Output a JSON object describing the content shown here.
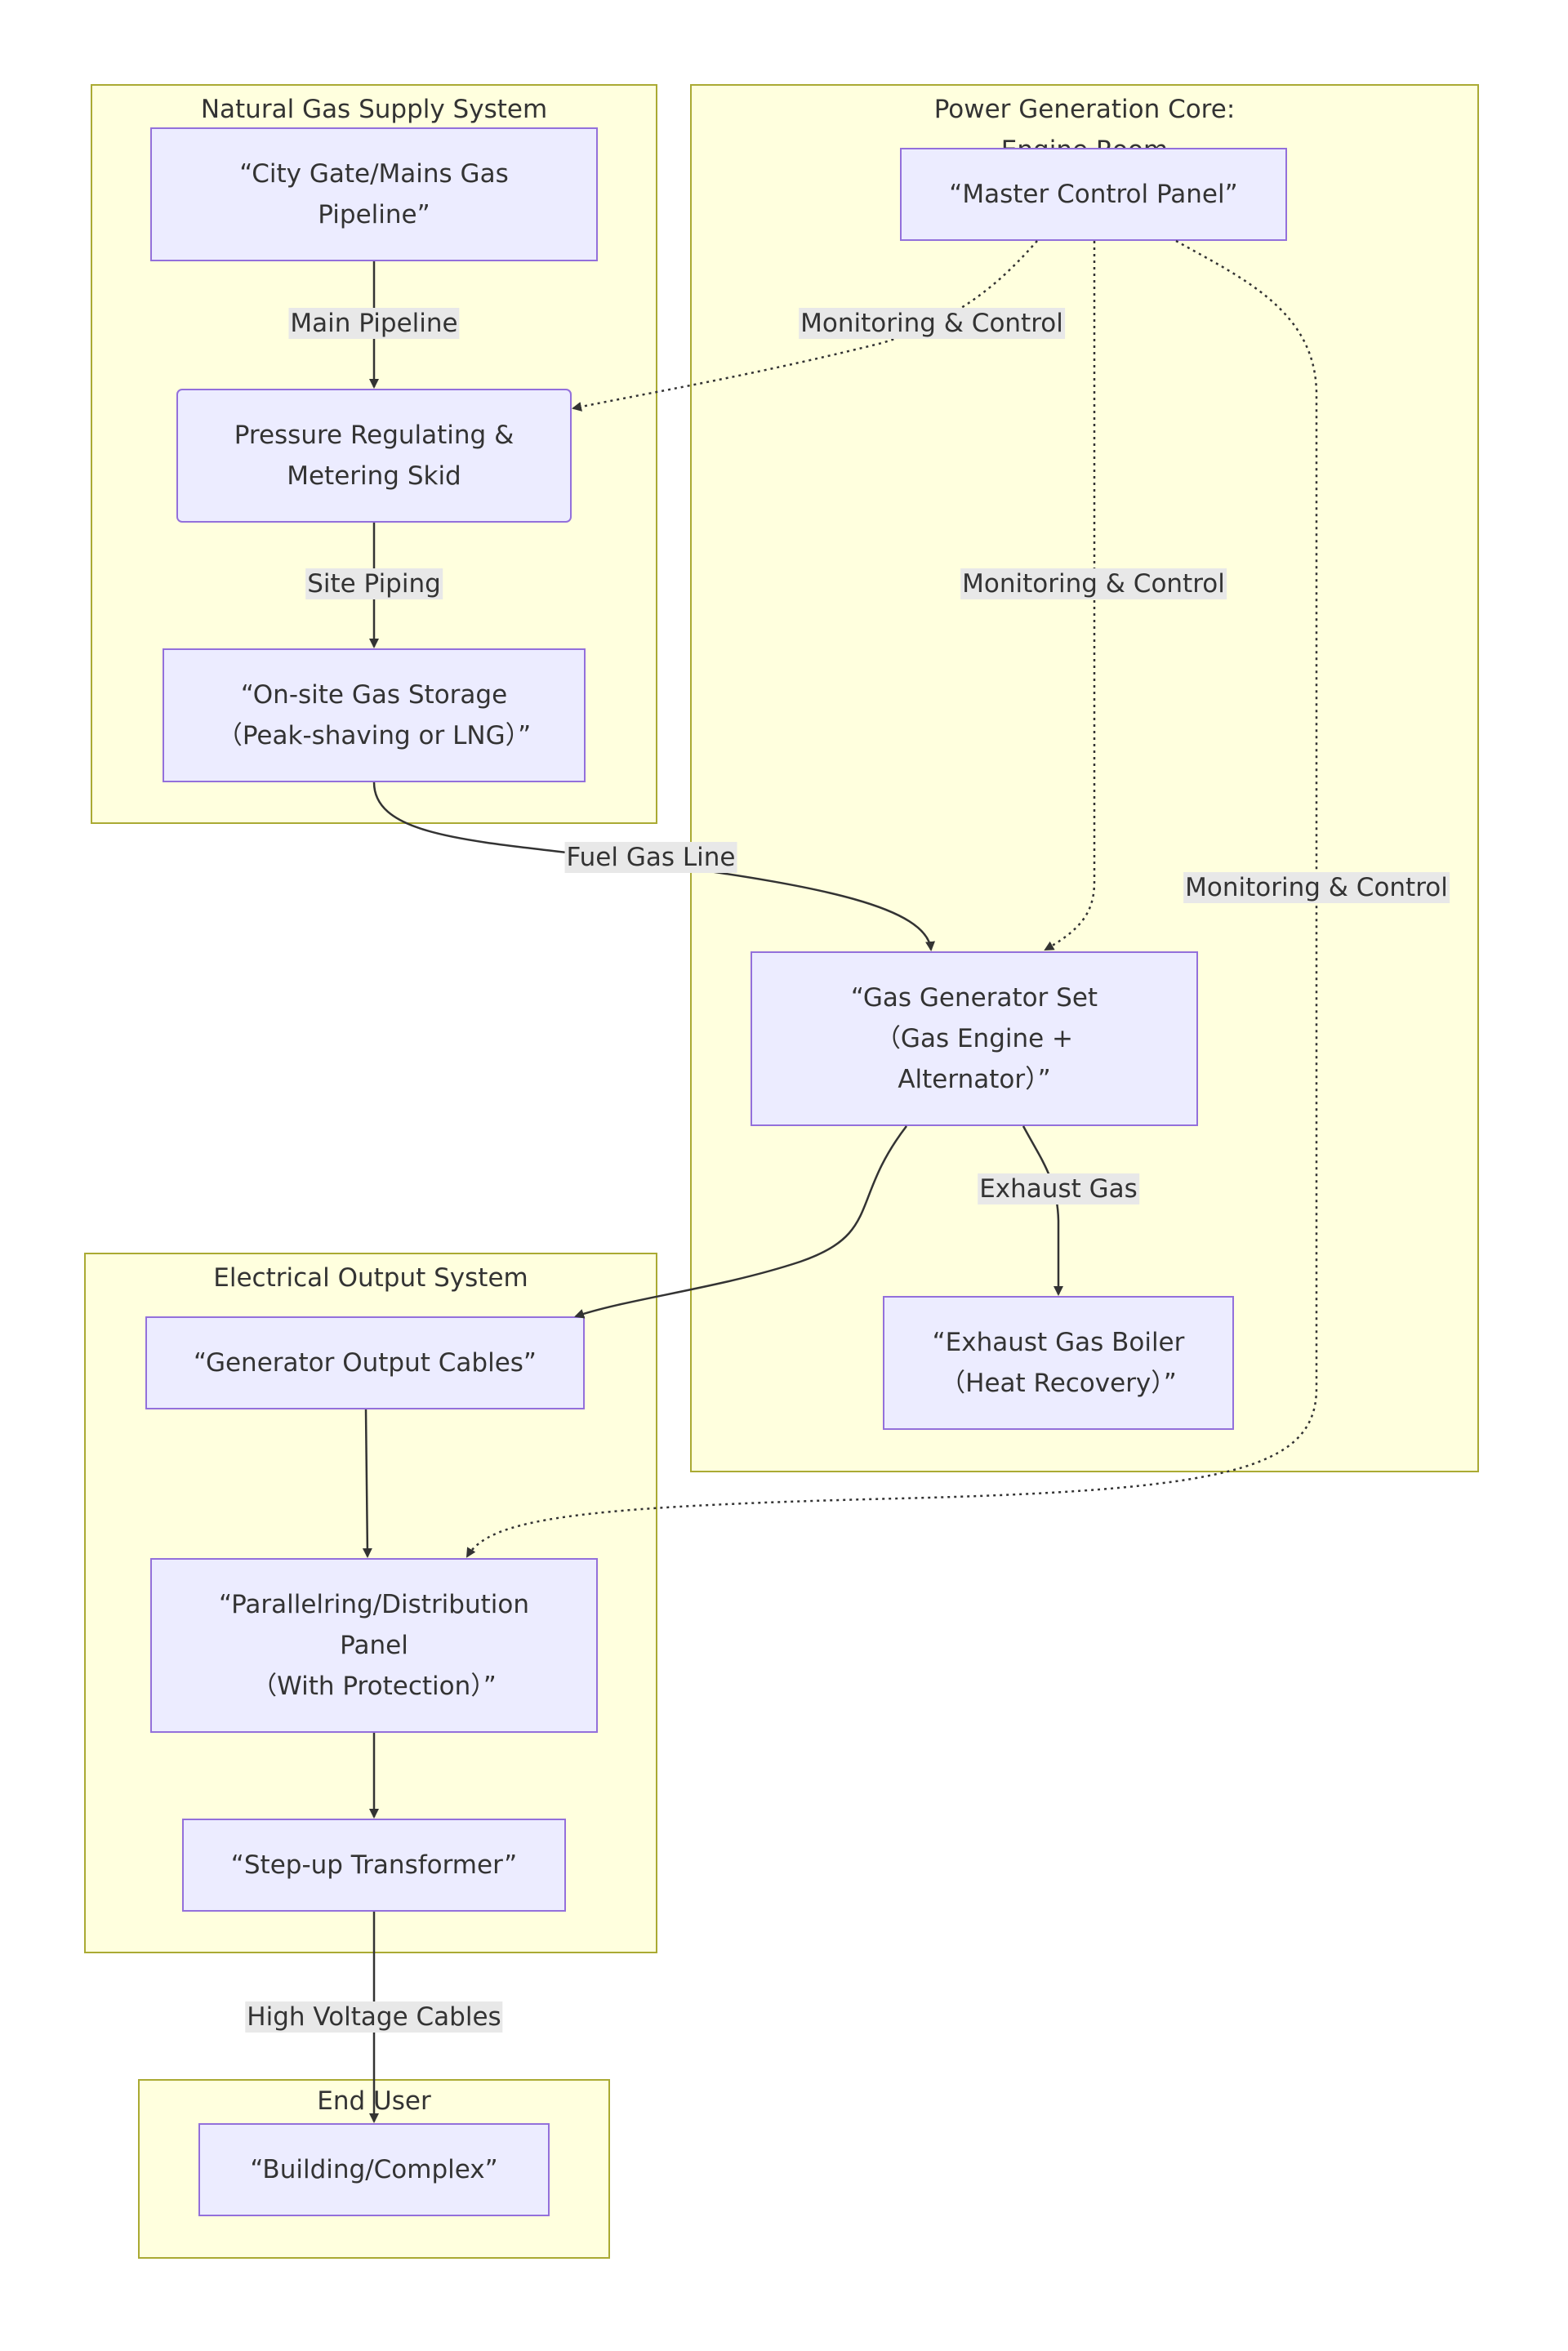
{
  "clusters": {
    "gas_supply": "Natural Gas Supply System",
    "power_core": "Power Generation Core:\nEngine Room",
    "electrical": "Electrical Output System",
    "end_user": "End User"
  },
  "nodes": {
    "city_gate": "“City Gate/Mains Gas\nPipeline”",
    "pressure_skid": "Pressure Regulating &\nMetering Skid",
    "gas_storage": "“On-site Gas Storage\n（Peak-shaving or LNG）”",
    "master_control": "“Master Control Panel”",
    "generator_set": "“Gas Generator Set\n（Gas Engine +\nAlternator）”",
    "exhaust_boiler": "“Exhaust Gas Boiler\n（Heat Recovery）”",
    "output_cables": "“Generator Output Cables”",
    "distribution_panel": "“Parallelring/Distribution\nPanel\n（With Protection）”",
    "transformer": "“Step-up Transformer”",
    "building": "“Building/Complex”"
  },
  "edge_labels": {
    "main_pipeline": "Main Pipeline",
    "site_piping": "Site Piping",
    "fuel_gas_line": "Fuel Gas Line",
    "monitoring_1": "Monitoring & Control",
    "monitoring_2": "Monitoring & Control",
    "monitoring_3": "Monitoring & Control",
    "exhaust_gas": "Exhaust Gas",
    "high_voltage": "High Voltage Cables"
  },
  "colors": {
    "cluster_fill": "#ffffde",
    "cluster_border": "#aaaa33",
    "node_fill": "#ececff",
    "node_border": "#9370db",
    "edge": "#333333",
    "label_bg": "#e8e8e8"
  }
}
